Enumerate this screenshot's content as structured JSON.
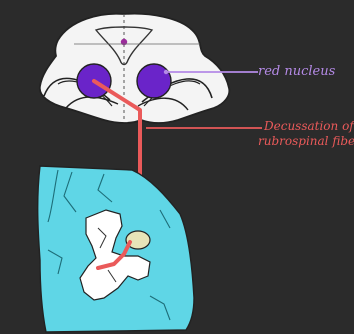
{
  "labels": {
    "red_nucleus": "red nucleus",
    "decussation_line1": "Decussation of",
    "decussation_line2": "rubrospinal fibe"
  },
  "colors": {
    "background": "#2b2b2b",
    "midbrain_fill": "#f4f4f4",
    "outline": "#222222",
    "nucleus_fill": "#6a24c9",
    "nucleus_highlight": "#8b4ee0",
    "tract": "#ea5a5a",
    "label_purple": "#b48ae6",
    "label_red": "#ea5a5a",
    "cord_fill": "#5fd6e6",
    "gray_matter": "#ffffff",
    "nucleus_small": "#e6e4b8"
  }
}
